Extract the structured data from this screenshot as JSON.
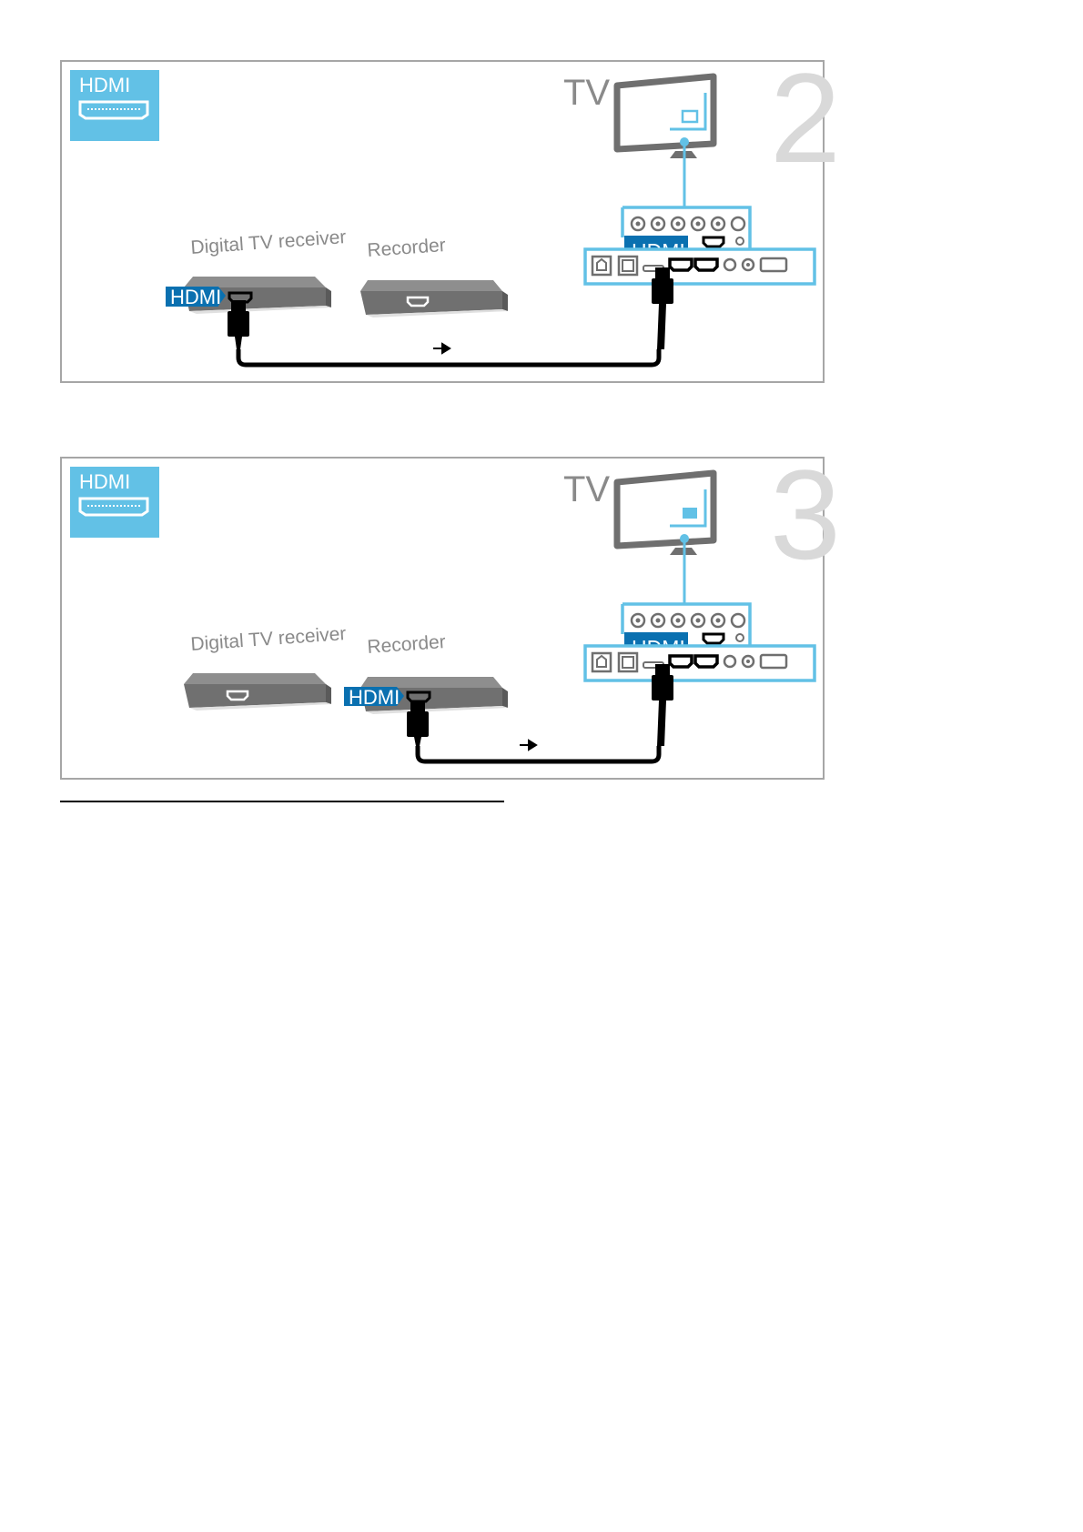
{
  "colors": {
    "light_blue": "#62c1e6",
    "dark_blue": "#0a70b0",
    "device_gray": "#6f6f6f",
    "label_gray": "#8a8a8a",
    "step_gray": "#d9d9d9"
  },
  "panels": [
    {
      "step": "2",
      "badge_text": "HDMI",
      "tv_label": "TV",
      "receiver_label": "Digital TV receiver",
      "recorder_label": "Recorder",
      "tv_hdmi_label": "HDMI",
      "device_hdmi_label": "HDMI",
      "connected_device": "receiver",
      "icons": [
        "hdmi-connector-icon",
        "tv-icon",
        "hdmi-cable-icon",
        "arrow-right-icon"
      ]
    },
    {
      "step": "3",
      "badge_text": "HDMI",
      "tv_label": "TV",
      "receiver_label": "Digital TV receiver",
      "recorder_label": "Recorder",
      "tv_hdmi_label": "HDMI",
      "device_hdmi_label": "HDMI",
      "connected_device": "recorder",
      "icons": [
        "hdmi-connector-icon",
        "tv-icon",
        "hdmi-cable-icon",
        "arrow-right-icon"
      ]
    }
  ]
}
